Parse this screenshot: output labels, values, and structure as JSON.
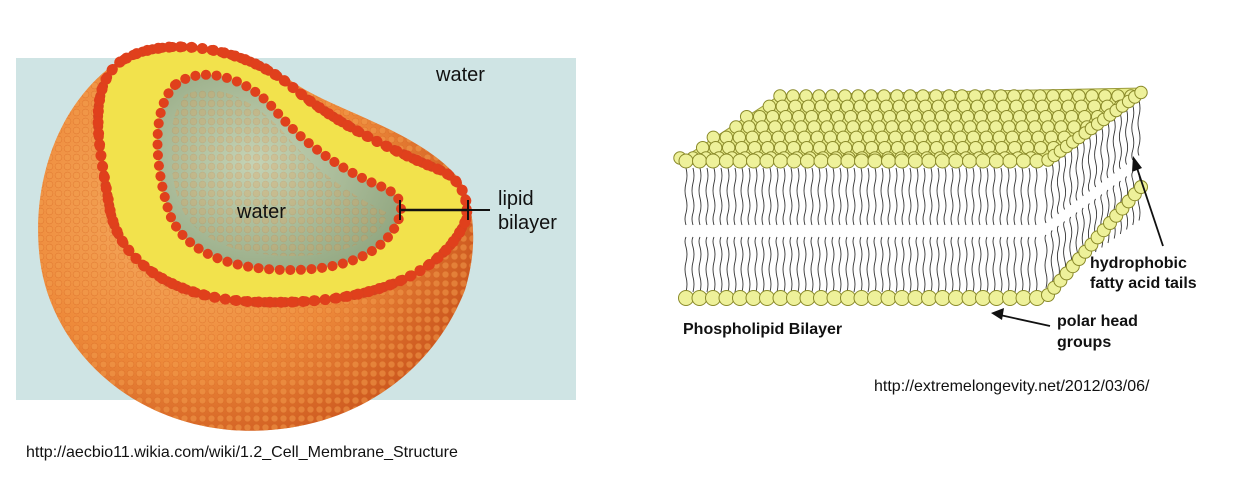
{
  "vesicle": {
    "outer_label": "water",
    "inner_label": "water",
    "bilayer_label_line1": "lipid",
    "bilayer_label_line2": "bilayer",
    "source_url": "http://aecbio11.wikia.com/wiki/1.2_Cell_Membrane_Structure",
    "colors": {
      "water": "#cfe4e4",
      "head": "#e0401c",
      "tail": "#f7e84a",
      "inside": "#b8c9a6"
    }
  },
  "bilayer_sheet": {
    "title": "Phospholipid Bilayer",
    "tails_label_line1": "hydrophobic",
    "tails_label_line2": "fatty acid tails",
    "heads_label_line1": "polar head",
    "heads_label_line2": "groups",
    "source_url": "http://extremelongevity.net/2012/03/06/",
    "colors": {
      "head": "#eef19a",
      "head_stroke": "#8a8a2a",
      "tail": "#333333"
    }
  }
}
